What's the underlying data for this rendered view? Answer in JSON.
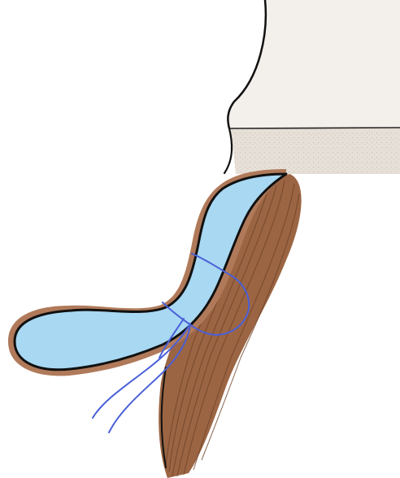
{
  "illustration": {
    "elements": [
      {
        "name": "bone-cortex",
        "color": "#f3f0ec"
      },
      {
        "name": "bone-marrow",
        "color": "#e3ddd5"
      },
      {
        "name": "muscle",
        "color": "#9b6543"
      },
      {
        "name": "tube-sheath",
        "color": "#b07a5a"
      },
      {
        "name": "blue-tube",
        "color": "#a8d8f2"
      },
      {
        "name": "suture-thread",
        "color": "#4a60d8"
      },
      {
        "name": "outline",
        "color": "#111111"
      }
    ]
  }
}
